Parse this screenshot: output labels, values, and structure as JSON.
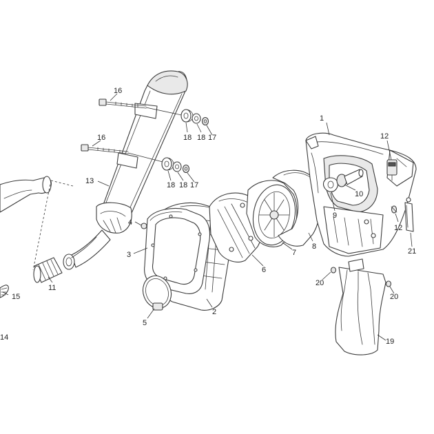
{
  "callouts": [
    {
      "id": "c1",
      "label": "1"
    },
    {
      "id": "c2",
      "label": "2"
    },
    {
      "id": "c3",
      "label": "3"
    },
    {
      "id": "c4",
      "label": "4"
    },
    {
      "id": "c5",
      "label": "5"
    },
    {
      "id": "c6",
      "label": "6"
    },
    {
      "id": "c7",
      "label": "7"
    },
    {
      "id": "c8",
      "label": "8"
    },
    {
      "id": "c9",
      "label": "9"
    },
    {
      "id": "c10",
      "label": "10"
    },
    {
      "id": "c11",
      "label": "11"
    },
    {
      "id": "c12a",
      "label": "12"
    },
    {
      "id": "c12b",
      "label": "12"
    },
    {
      "id": "c13",
      "label": "13"
    },
    {
      "id": "c14",
      "label": "14"
    },
    {
      "id": "c15",
      "label": "15"
    },
    {
      "id": "c16a",
      "label": "16"
    },
    {
      "id": "c16b",
      "label": "16"
    },
    {
      "id": "c17a",
      "label": "17"
    },
    {
      "id": "c17b",
      "label": "17"
    },
    {
      "id": "c18a",
      "label": "18"
    },
    {
      "id": "c18b",
      "label": "18"
    },
    {
      "id": "c18c",
      "label": "18"
    },
    {
      "id": "c18d",
      "label": "18"
    },
    {
      "id": "c19",
      "label": "19"
    },
    {
      "id": "c20a",
      "label": "20"
    },
    {
      "id": "c20b",
      "label": "20"
    },
    {
      "id": "c21",
      "label": "21"
    }
  ]
}
